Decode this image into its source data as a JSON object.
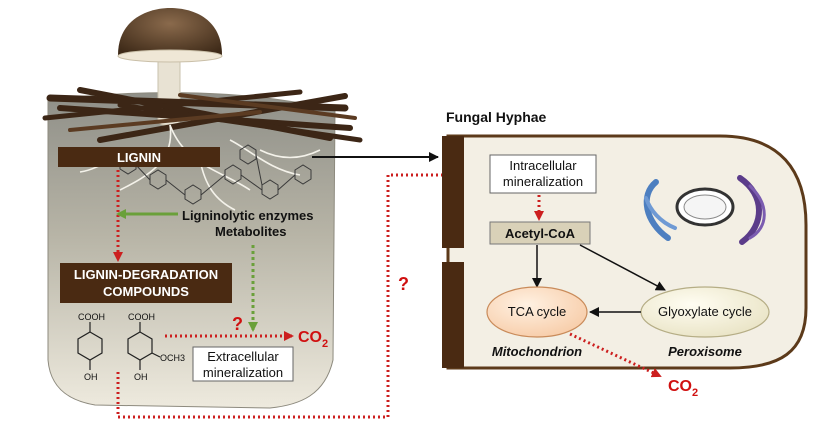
{
  "title": "Fungal Hyphae",
  "soil": {
    "lignin_label": "LIGNIN",
    "degradation_label_line1": "LIGNIN-DEGRADATION",
    "degradation_label_line2": "COMPOUNDS",
    "enzymes_label": "Ligninolytic enzymes",
    "metabolites_label": "Metabolites",
    "extracellular_line1": "Extracellular",
    "extracellular_line2": "mineralization",
    "question_small": "?",
    "co2_main": "CO",
    "co2_sub": "2",
    "compound1_group": "COOH",
    "compound1_oh": "OH",
    "compound2_group": "COOH",
    "compound2_oh": "OH",
    "compound2_och3": "OCH3"
  },
  "cell": {
    "intracellular_line1": "Intracellular",
    "intracellular_line2": "mineralization",
    "acetyl_coa": "Acetyl-CoA",
    "tca_cycle": "TCA cycle",
    "glyoxylate_cycle": "Glyoxylate cycle",
    "mitochondrion": "Mitochondrion",
    "peroxisome": "Peroxisome",
    "co2_main": "CO",
    "co2_sub": "2"
  },
  "question_large": "?",
  "colors": {
    "dark_brown": "#4a2a12",
    "cell_fill": "#f3efe4",
    "red_arrow": "#cc1f1f",
    "green_arrow": "#6aa03a",
    "acetyl_fill": "#d9d1b8",
    "tca_fill": "#fbd8b8",
    "glyoxylate_fill": "#f4f1dc"
  }
}
